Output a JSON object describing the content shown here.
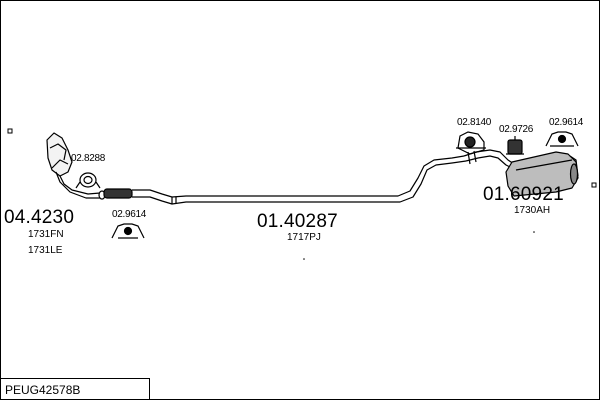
{
  "parts": {
    "front_pipe": {
      "ref": "04.4230",
      "codes": [
        "1731FN",
        "1731LE"
      ]
    },
    "clamp_front": {
      "ref": "02.8288"
    },
    "mount_front": {
      "ref": "02.9614"
    },
    "middle_pipe": {
      "ref": "01.40287",
      "code": "1717PJ"
    },
    "mount_rear_a": {
      "ref": "02.8140"
    },
    "mount_rear_b": {
      "ref": "02.9726"
    },
    "mount_rear_c": {
      "ref": "02.9614"
    },
    "rear_silencer": {
      "ref": "01.60921",
      "code": "1730AH"
    }
  },
  "footer": {
    "code": "PEUG42578B"
  }
}
